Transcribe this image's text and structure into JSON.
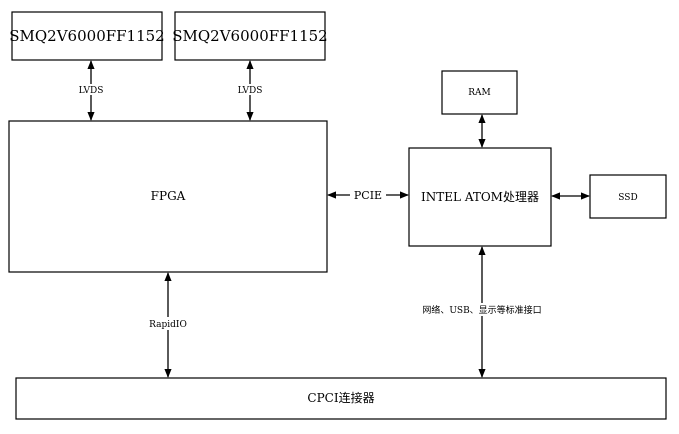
{
  "blocks": {
    "chip1": "SMQ2V6000FF1152",
    "chip2": "SMQ2V6000FF1152",
    "fpga": "FPGA",
    "ram": "RAM",
    "cpu": "INTEL ATOM处理器",
    "ssd": "SSD",
    "cpci": "CPCI连接器"
  },
  "links": {
    "lvds_left": "LVDS",
    "lvds_right": "LVDS",
    "pcie": "PCIE",
    "rapidio": "RapidIO",
    "ports": "网络、USB、显示等标准接口"
  }
}
